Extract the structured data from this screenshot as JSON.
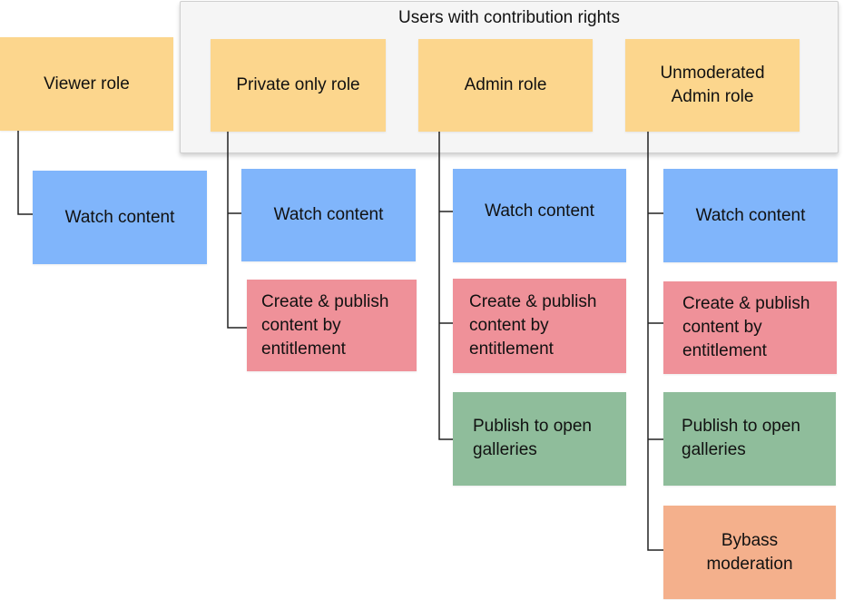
{
  "group": {
    "title": "Users with contribution rights"
  },
  "roles": [
    {
      "name": "Viewer role",
      "permissions": [
        "Watch content"
      ]
    },
    {
      "name": "Private only role",
      "permissions": [
        "Watch content",
        "Create & publish content by entitlement"
      ]
    },
    {
      "name": "Admin role",
      "permissions": [
        "Watch content",
        "Create & publish content by entitlement",
        "Publish to open galleries"
      ]
    },
    {
      "name": "Unmoderated Admin role",
      "permissions": [
        "Watch content",
        "Create & publish content by entitlement",
        "Publish to open galleries",
        "Bybass moderation"
      ]
    }
  ],
  "colors": {
    "role": "#fcd68d",
    "watch": "#80b5fb",
    "create": "#ef9199",
    "publish": "#8fbd9b",
    "bypass": "#f4b08c",
    "connector": "#222222"
  }
}
